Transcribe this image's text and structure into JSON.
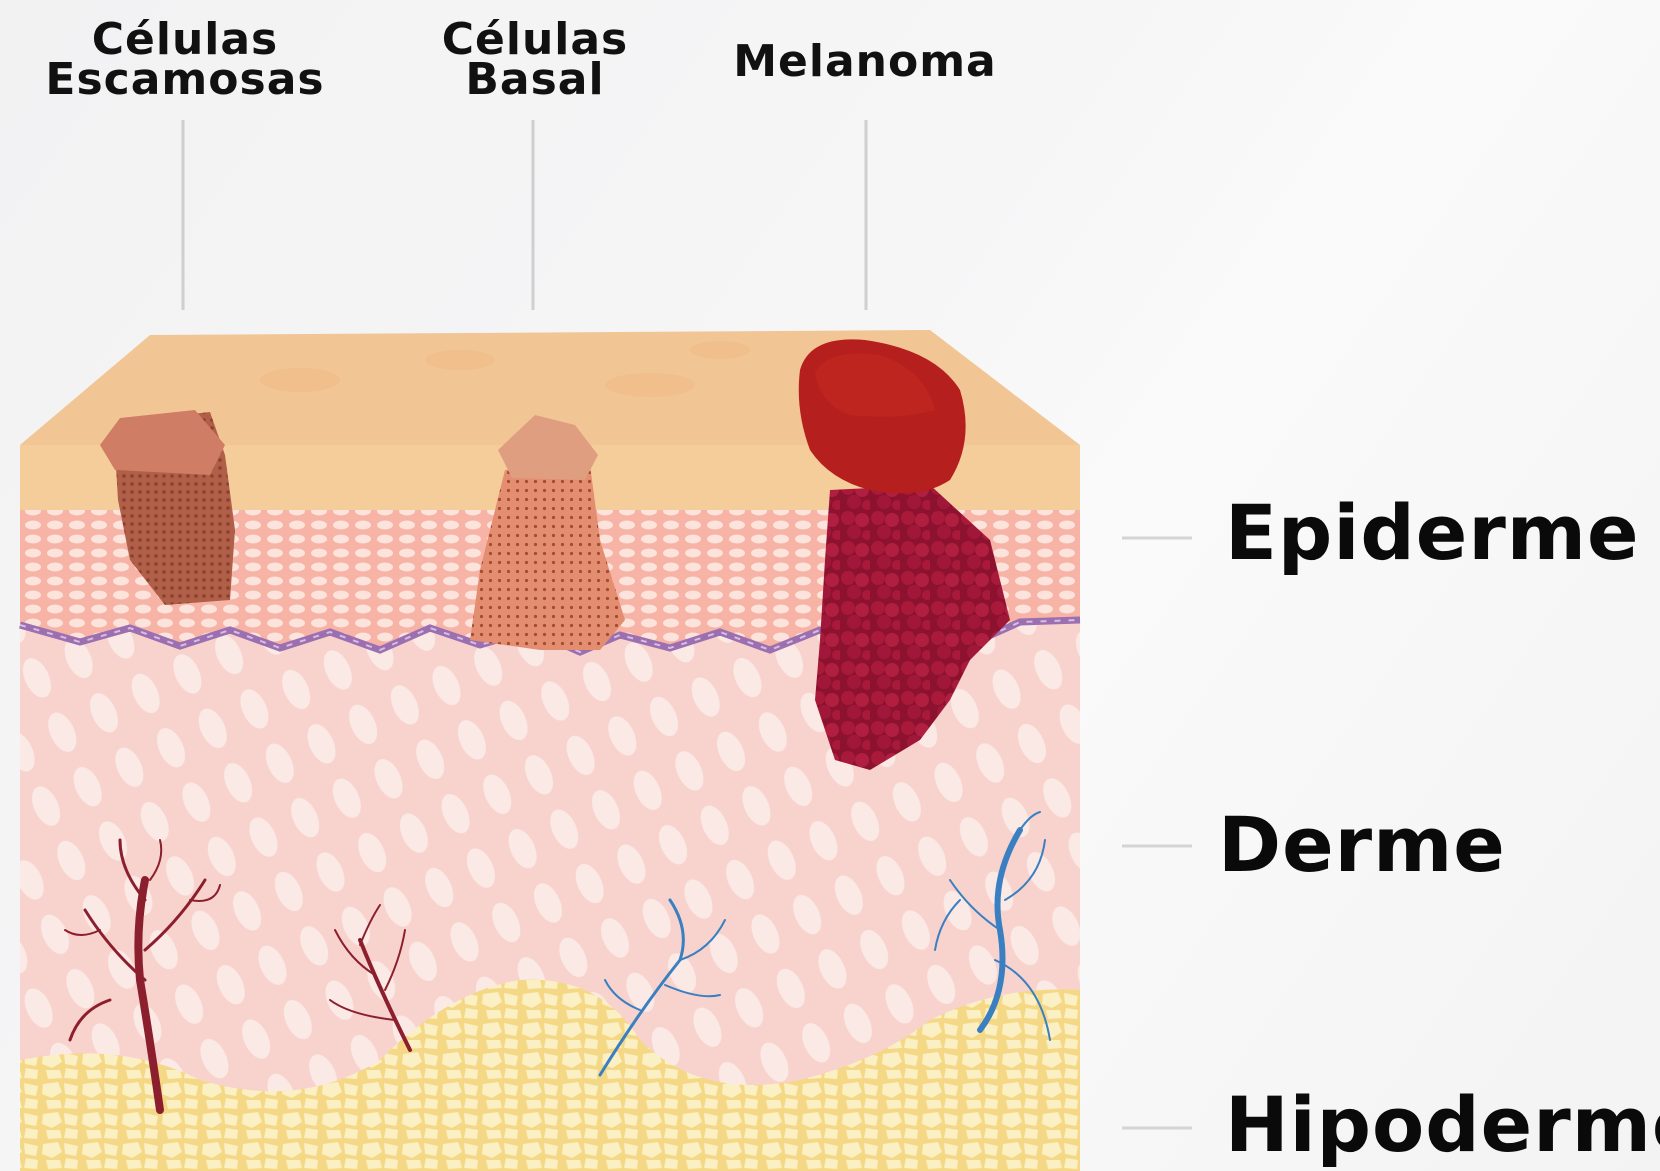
{
  "top_labels": {
    "escamosas": [
      "Células",
      "Escamosas"
    ],
    "basal": [
      "Células",
      "Basal"
    ],
    "melanoma": "Melanoma"
  },
  "layers": {
    "epiderme": "Epiderme",
    "derme": "Derme",
    "hipoderme": "Hipoderme"
  },
  "colors": {
    "stratum_corneum": "#f3c999",
    "epidermis": "#f6b3a6",
    "dermis": "#f8d3cd",
    "hypodermis": "#f4d886",
    "basement_membrane": "#9b6fb0",
    "squamous_tumor": "#b0624b",
    "basal_tumor": "#d67a5e",
    "melanoma": "#a3162f",
    "artery": "#8c1f2e",
    "vein": "#3a7fc1"
  }
}
